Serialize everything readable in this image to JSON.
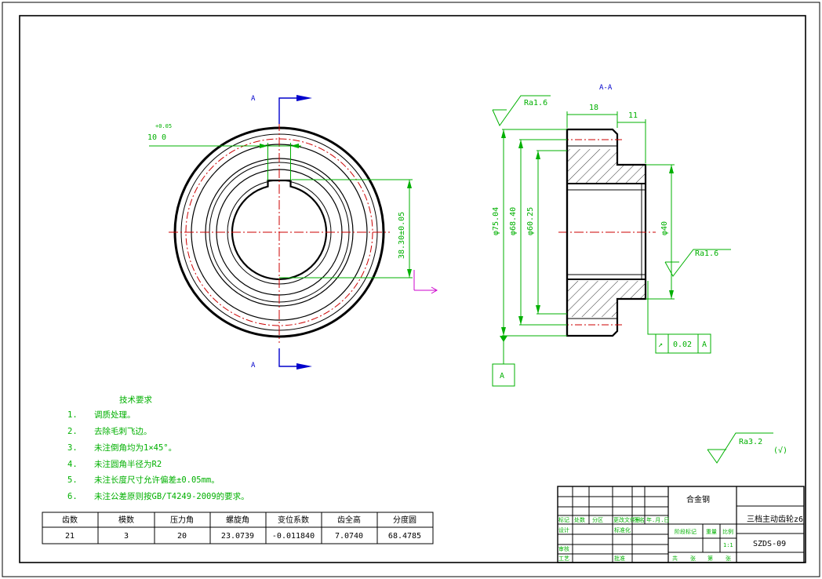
{
  "section_marks": {
    "front_top": "A",
    "front_bottom": "A",
    "section_title": "A-A",
    "datum": "A"
  },
  "dims": {
    "keyway_tol": "+0.05",
    "keyway_width": "10  0",
    "keyway_depth": "38.30±0.05",
    "hub_width": "18",
    "flange_width": "11",
    "od": "φ75.04",
    "d1": "φ68.40",
    "d2": "φ60.25",
    "bore": "φ40"
  },
  "roughness": {
    "top": "Ra1.6",
    "right": "Ra1.6",
    "general": "Ra3.2",
    "general_note": "(√)"
  },
  "tolerance_frame": {
    "symbol": "↗",
    "value": "0.02",
    "datum": "A"
  },
  "tech_requirements": {
    "title": "技术要求",
    "items": [
      {
        "num": "1.",
        "text": "调质处理。"
      },
      {
        "num": "2.",
        "text": "去除毛刺飞边。"
      },
      {
        "num": "3.",
        "text": "未注倒角均为1×45°。"
      },
      {
        "num": "4.",
        "text": "未注圆角半径为R2"
      },
      {
        "num": "5.",
        "text": "未注长度尺寸允许偏差±0.05mm。"
      },
      {
        "num": "6.",
        "text": "未注公差原则按GB/T4249-2009的要求。"
      }
    ]
  },
  "param_table": {
    "headers": [
      "齿数",
      "模数",
      "压力角",
      "螺旋角",
      "变位系数",
      "齿全高",
      "分度圆"
    ],
    "values": [
      "21",
      "3",
      "20",
      "23.0739",
      "-0.011840",
      "7.0740",
      "68.4785"
    ]
  },
  "title_block": {
    "material": "合金钢",
    "part_name": "三档主动齿轮z6",
    "drawing_no": "SZDS-09",
    "scale": "1:1",
    "labels": {
      "mark": "标记",
      "count": "处数",
      "zone": "分区",
      "change_no": "更改文件号",
      "sign": "签名",
      "date": "年.月.日",
      "designer": "设计",
      "standardize": "标准化",
      "stage_mark": "阶段标记",
      "weight": "重量",
      "ratio": "比例",
      "review": "审核",
      "process": "工艺",
      "approve": "批准",
      "sheets": "共",
      "sheet": "张",
      "no": "第",
      "sheet2": "张"
    }
  },
  "colors": {
    "outline": "#000000",
    "dimension": "#00b000",
    "centerline": "#cc0000",
    "section_arrow": "#0000cc",
    "ucs": "#cc00cc"
  }
}
